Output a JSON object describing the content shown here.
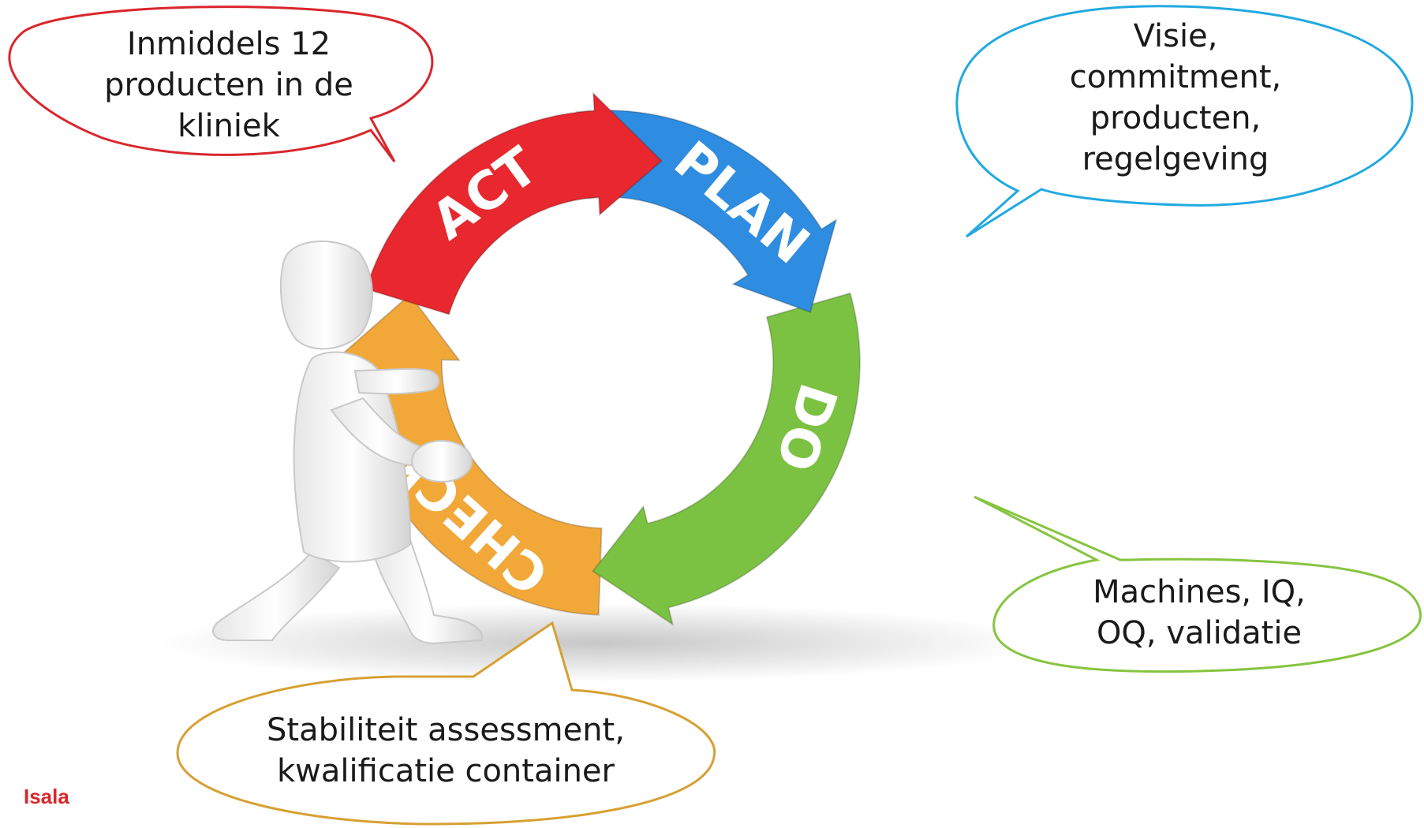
{
  "brand": "Isala",
  "cycle": {
    "segments": [
      {
        "id": "act",
        "label": "ACT",
        "color": "#e8282e"
      },
      {
        "id": "plan",
        "label": "PLAN",
        "color": "#2e8de0"
      },
      {
        "id": "do",
        "label": "DO",
        "color": "#7cc242"
      },
      {
        "id": "check",
        "label": "CHECK",
        "color": "#f2a838"
      }
    ]
  },
  "bubbles": {
    "act": {
      "lines": [
        "Inmiddels 12",
        "producten in de",
        "kliniek"
      ],
      "border": "#d9262c"
    },
    "plan": {
      "lines": [
        "Visie,",
        "commitment,",
        "producten,",
        "regelgeving"
      ],
      "border": "#21a9e1"
    },
    "do": {
      "lines": [
        "Machines, IQ,",
        "OQ, validatie"
      ],
      "border": "#86c440"
    },
    "check": {
      "lines": [
        "Stabiliteit assessment,",
        "kwalificatie container"
      ],
      "border": "#d7a032"
    }
  }
}
